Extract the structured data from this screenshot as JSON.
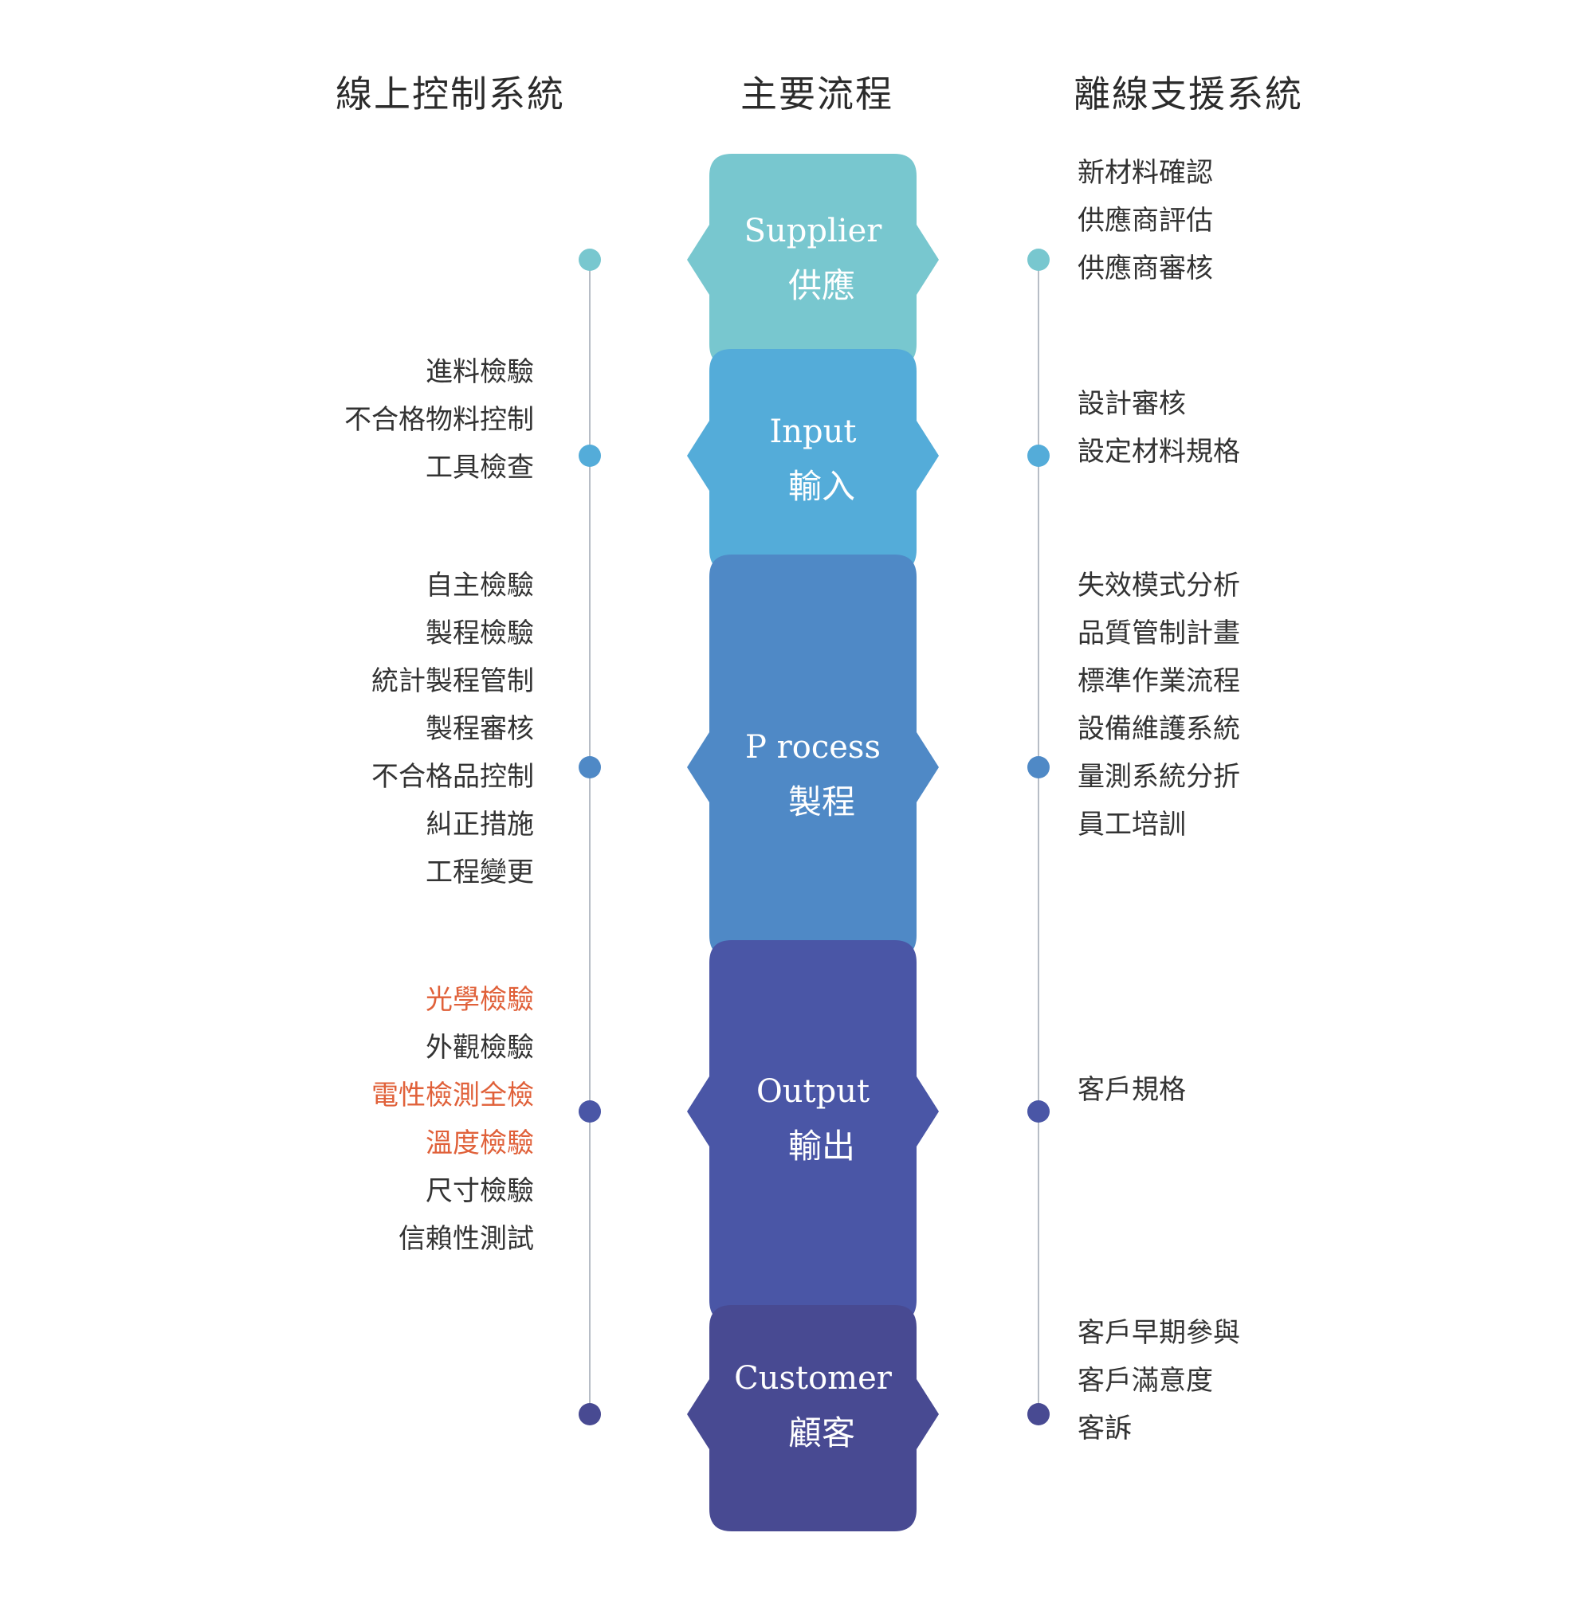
{
  "headers": {
    "left": "線上控制系統",
    "middle": "主要流程",
    "right": "離線支援系統"
  },
  "stages": [
    {
      "en": "Supplier",
      "zh": "供應",
      "color": "#78c7cf"
    },
    {
      "en": "Input",
      "zh": "輸入",
      "color": "#54acd9"
    },
    {
      "en": "P rocess",
      "zh": "製程",
      "color": "#4f89c6"
    },
    {
      "en": "Output",
      "zh": "輸出",
      "color": "#4a56a6"
    },
    {
      "en": "Customer",
      "zh": "顧客",
      "color": "#484a92"
    }
  ],
  "online_controls": [
    {
      "items": []
    },
    {
      "items": [
        {
          "text": "進料檢驗"
        },
        {
          "text": "不合格物料控制"
        },
        {
          "text": "工具檢查"
        }
      ]
    },
    {
      "items": [
        {
          "text": "自主檢驗"
        },
        {
          "text": "製程檢驗"
        },
        {
          "text": "統計製程管制"
        },
        {
          "text": "製程審核"
        },
        {
          "text": "不合格品控制"
        },
        {
          "text": "糾正措施"
        },
        {
          "text": "工程變更"
        }
      ]
    },
    {
      "items": [
        {
          "text": "光學檢驗",
          "highlight": true
        },
        {
          "text": "外觀檢驗"
        },
        {
          "text": "電性檢測全檢",
          "highlight": true
        },
        {
          "text": "溫度檢驗",
          "highlight": true
        },
        {
          "text": "尺寸檢驗"
        },
        {
          "text": "信賴性測試"
        }
      ]
    },
    {
      "items": []
    }
  ],
  "offline_support": [
    {
      "items": [
        {
          "text": "新材料確認"
        },
        {
          "text": "供應商評估"
        },
        {
          "text": "供應商審核"
        }
      ]
    },
    {
      "items": [
        {
          "text": "設計審核"
        },
        {
          "text": "設定材料規格"
        }
      ]
    },
    {
      "items": [
        {
          "text": "失效模式分析"
        },
        {
          "text": "品質管制計畫"
        },
        {
          "text": "標準作業流程"
        },
        {
          "text": "設備維護系統"
        },
        {
          "text": "量測系統分折"
        },
        {
          "text": "員工培訓"
        }
      ]
    },
    {
      "items": [
        {
          "text": "客戶規格"
        }
      ]
    },
    {
      "items": [
        {
          "text": "客戶早期參與"
        },
        {
          "text": "客戶滿意度"
        },
        {
          "text": "客訴"
        }
      ]
    }
  ],
  "colors": {
    "line": "#b7bdc6",
    "highlight_text": "#e0613a",
    "body_text": "#333333"
  }
}
